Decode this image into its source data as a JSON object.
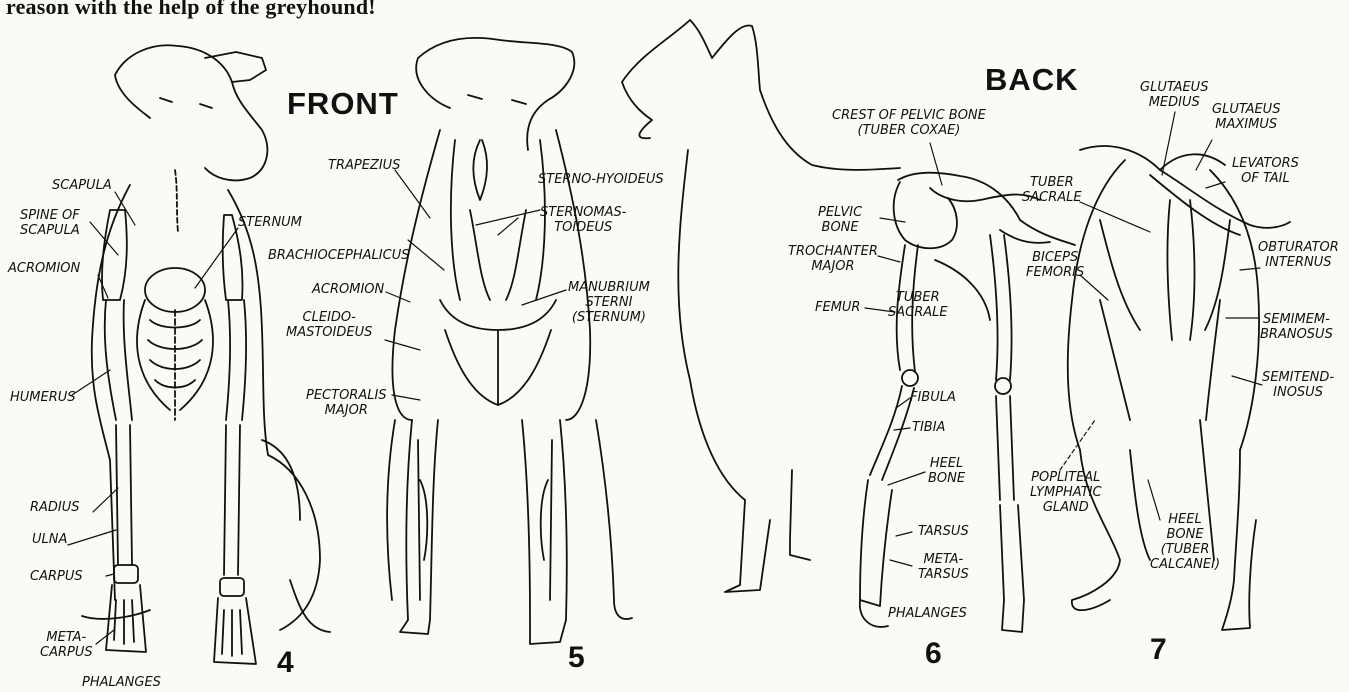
{
  "caption": "reason with the help of the greyhound!",
  "headings": {
    "front": "FRONT",
    "back": "BACK"
  },
  "figure_numbers": {
    "fig4": "4",
    "fig5": "5",
    "fig6": "6",
    "fig7": "7"
  },
  "fig4_labels": {
    "scapula": "SCAPULA",
    "spine_of_scapula": "SPINE OF\nSCAPULA",
    "acromion": "ACROMION",
    "sternum": "STERNUM",
    "humerus": "HUMERUS",
    "radius": "RADIUS",
    "ulna": "ULNA",
    "carpus": "CARPUS",
    "metacarpus": "META-\nCARPUS",
    "phalanges": "PHALANGES"
  },
  "fig5_labels": {
    "trapezius": "TRAPEZIUS",
    "sterno_hyoideus": "STERNO-HYOIDEUS",
    "sternomastoideus": "STERNOMAS-\nTOIDEUS",
    "brachiocephalicus": "BRACHIOCEPHALICUS",
    "acromion": "ACROMION",
    "cleidomastoideus": "CLEIDO-\nMASTOIDEUS",
    "manubrium": "MANUBRIUM\nSTERNI\n(STERNUM)",
    "pectoralis_major": "PECTORALIS\nMAJOR"
  },
  "fig6_labels": {
    "crest_pelvic_bone": "CREST OF PELVIC BONE\n(TUBER COXAE)",
    "pelvic_bone": "PELVIC\nBONE",
    "trochanter_major": "TROCHANTER\nMAJOR",
    "femur": "FEMUR",
    "tuber_sacrale": "TUBER\nSACRALE",
    "fibula": "FIBULA",
    "tibia": "TIBIA",
    "heel_bone": "HEEL\nBONE",
    "tarsus": "TARSUS",
    "metatarsus": "META-\nTARSUS",
    "phalanges": "PHALANGES"
  },
  "fig7_labels": {
    "gluteaus_medius": "GLUTAEUS\nMEDIUS",
    "gluteaus_maximus": "GLUTAEUS\nMAXIMUS",
    "levators_of_tail": "LEVATORS\nOF TAIL",
    "tuber_sacrale": "TUBER\nSACRALE",
    "biceps_femoris": "BICEPS\nFEMORIS",
    "obturator_internus": "OBTURATOR\nINTERNUS",
    "semimembranosus": "SEMIMEM-\nBRANOSUS",
    "semitendinosus": "SEMITEND-\nINOSUS",
    "popliteal_gland": "POPLITEAL\nLYMPHATIC\nGLAND",
    "heel_bone": "HEEL\nBONE\n(TUBER\nCALCANEI)"
  },
  "colors": {
    "ink": "#111111",
    "paper": "#fbfaf6",
    "bleed": "#cfcbc2"
  }
}
